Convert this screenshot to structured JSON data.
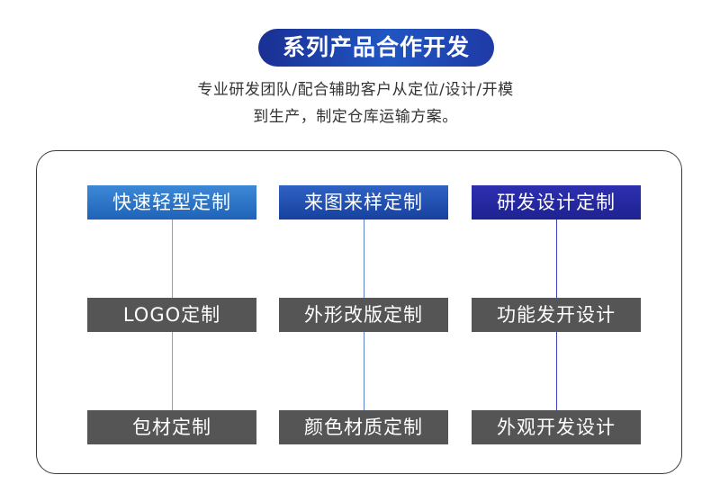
{
  "header": {
    "title": "系列产品合作开发",
    "subtitle_line1": "专业研发团队/配合辅助客户从定位/设计/开模",
    "subtitle_line2": "到生产，制定仓库运输方案。"
  },
  "columns": [
    {
      "head": "快速轻型定制",
      "items": [
        "LOGO定制",
        "包材定制"
      ]
    },
    {
      "head": "来图来样定制",
      "items": [
        "外形改版定制",
        "颜色材质定制"
      ]
    },
    {
      "head": "研发设计定制",
      "items": [
        "功能发开设计",
        "外观开发设计"
      ]
    }
  ],
  "colors": {
    "title_bg": "#2056c2",
    "box_gray": "#555555",
    "col1_head": "#2a74c6",
    "col2_head": "#1f4fb0",
    "col3_head": "#2528a0"
  }
}
